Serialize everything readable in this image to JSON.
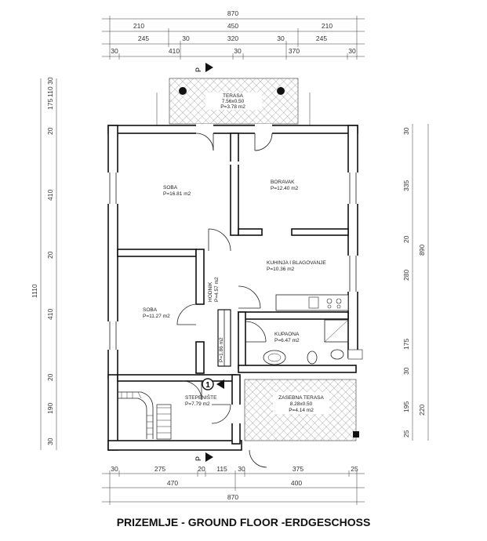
{
  "caption": "PRIZEMLJE - GROUND FLOOR -ERDGESCHOSS",
  "top_dims": {
    "row1": [
      "870"
    ],
    "row2": [
      "210",
      "450",
      "210"
    ],
    "row3": [
      "245",
      "30",
      "320",
      "30",
      "245"
    ],
    "row4": [
      "30",
      "410",
      "30",
      "370",
      "30"
    ]
  },
  "bottom_dims": {
    "row1": [
      "30",
      "275",
      "20",
      "115",
      "30",
      "375",
      "25"
    ],
    "row2": [
      "470",
      "400"
    ],
    "row3": [
      "870"
    ]
  },
  "left_dims": {
    "outer": "1110",
    "inner": [
      "175",
      "110",
      "30",
      "20",
      "410",
      "20",
      "410",
      "20",
      "190",
      "30"
    ]
  },
  "right_dims": {
    "outer": [
      "890",
      "220"
    ],
    "inner": [
      "30",
      "335",
      "20",
      "280",
      "175",
      "30",
      "195",
      "25"
    ]
  },
  "rooms": {
    "terasa": {
      "name": "TERASA",
      "dims": "7.56x0.50",
      "area": "P=3.78 m2"
    },
    "soba1": {
      "name": "SOBA",
      "area": "P=16.81 m2"
    },
    "boravak": {
      "name": "BORAVAK",
      "area": "P=12.40 m2"
    },
    "kuhinja": {
      "name": "KUHINJA I BLAGOVANJE",
      "area": "P=10.36 m2"
    },
    "hodnik": {
      "name": "HODNIK",
      "area": "P=4.57 m2"
    },
    "soba2": {
      "name": "SOBA",
      "area": "P=11.27 m2"
    },
    "kupaona": {
      "name": "KUPAONA",
      "area": "P=6.47 m2"
    },
    "wc": {
      "area": "P=1.86 m2"
    },
    "stepeniste": {
      "name": "STEPENIŠTE",
      "area": "P=7.79 m2"
    },
    "zasebna": {
      "name": "ZASEBNA TERASA",
      "dims": "8.28x0.50",
      "area": "P=4.14 m2"
    }
  },
  "markers": {
    "section": "P",
    "entry": "1"
  }
}
